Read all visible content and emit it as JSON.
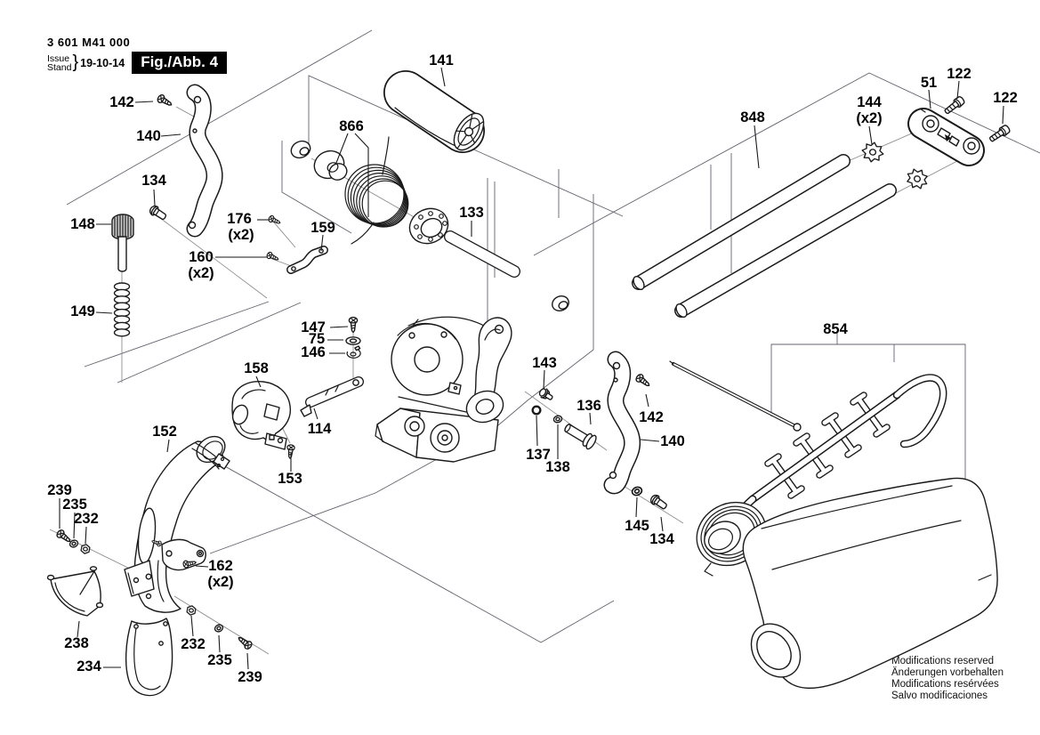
{
  "title_block": {
    "part_number": "3 601 M41 000",
    "issue_label": "Issue",
    "stand_label": "Stand",
    "brace": "}",
    "date": "19-10-14",
    "figure_label": "Fig./Abb. 4"
  },
  "footer": {
    "line1": "Modifications reserved",
    "line2": "Änderungen vorbehalten",
    "line3": "Modifications resérvées",
    "line4": "Salvo modificaciones"
  },
  "colors": {
    "background": "#ffffff",
    "line_art": "#1a1a1a",
    "construction_line": "#63636f",
    "figure_box_bg": "#000000",
    "figure_box_text": "#ffffff"
  },
  "labels": {
    "p141": "141",
    "p866": "866",
    "p142_left": "142",
    "p140_left": "140",
    "p134_left": "134",
    "p148": "148",
    "p149": "149",
    "p176": "176",
    "p176_qty": "(x2)",
    "p159": "159",
    "p160": "160",
    "p160_qty": "(x2)",
    "p133": "133",
    "p848": "848",
    "p144": "144",
    "p144_qty": "(x2)",
    "p51": "51",
    "p122_a": "122",
    "p122_b": "122",
    "p147": "147",
    "p75": "75",
    "p146": "146",
    "p158": "158",
    "p114": "114",
    "p152": "152",
    "p153": "153",
    "p143": "143",
    "p136": "136",
    "p137": "137",
    "p138": "138",
    "p142_right": "142",
    "p140_right": "140",
    "p145": "145",
    "p134_right": "134",
    "p854": "854",
    "p239_top": "239",
    "p235_top": "235",
    "p232_top": "232",
    "p162": "162",
    "p162_qty": "(x2)",
    "p238": "238",
    "p234": "234",
    "p232_bottom": "232",
    "p235_bottom": "235",
    "p239_bottom": "239"
  }
}
